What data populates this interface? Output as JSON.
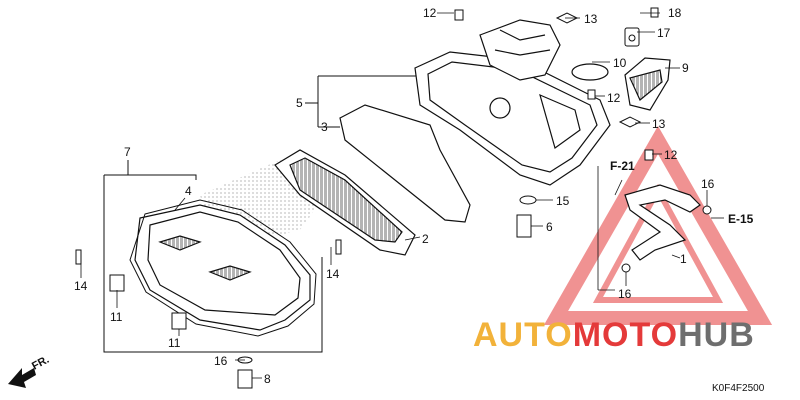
{
  "labels": {
    "l1": "1",
    "l2": "2",
    "l3": "3",
    "l4": "4",
    "l5": "5",
    "l6": "6",
    "l7": "7",
    "l8": "8",
    "l9": "9",
    "l10": "10",
    "l11a": "11",
    "l11b": "11",
    "l12a": "12",
    "l12b": "12",
    "l12c": "12",
    "l13a": "13",
    "l13b": "13",
    "l14a": "14",
    "l14b": "14",
    "l15": "15",
    "l16a": "16",
    "l16b": "16",
    "l16c": "16",
    "l17": "17",
    "l18": "18"
  },
  "refs": {
    "f21": "F-21",
    "e15": "E-15"
  },
  "direction": "FR.",
  "diagram_code": "K0F4F2500",
  "watermark": {
    "part1": "AUTO",
    "part2": "MOTO",
    "part3": "HUB"
  },
  "colors": {
    "line": "#111111",
    "watermark_red": "#e43a3a",
    "watermark_yellow": "#f2b23a",
    "watermark_gray": "#6e6e6e"
  }
}
